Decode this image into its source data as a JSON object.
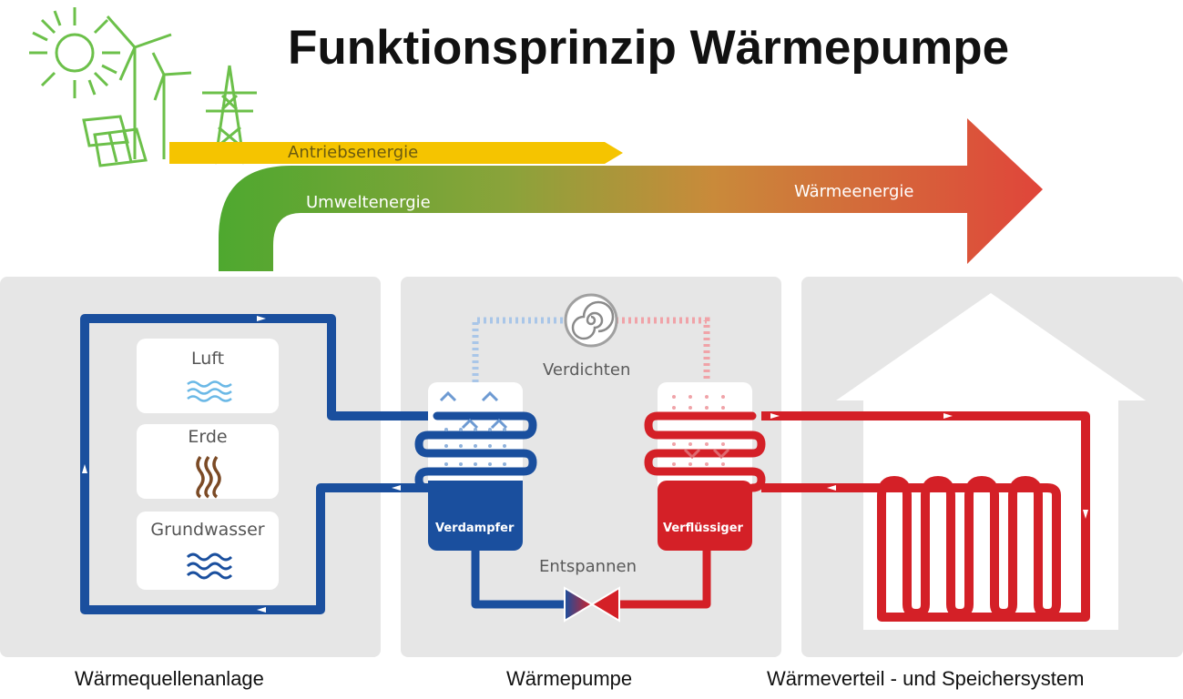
{
  "title": "Funktionsprinzip Wärmepumpe",
  "arrow": {
    "drive_energy": "Antriebsenergie",
    "environment_energy": "Umweltenergie",
    "heat_energy": "Wärmeenergie"
  },
  "heat_sources": {
    "items": [
      "Luft",
      "Erde",
      "Grundwasser"
    ]
  },
  "heat_pump": {
    "compress": "Verdichten",
    "expand": "Entspannen",
    "evaporator": "Verdampfer",
    "condenser": "Verflüssiger"
  },
  "sections": {
    "source_system": "Wärmequellenanlage",
    "heat_pump": "Wärmepumpe",
    "distribution": "Wärmeverteil - und Speichersystem"
  },
  "colors": {
    "cold_blue": "#1a4f9e",
    "hot_red": "#d42027",
    "green": "#55b02e",
    "yellow": "#f5c400",
    "panel_gray": "#e6e6e6"
  }
}
